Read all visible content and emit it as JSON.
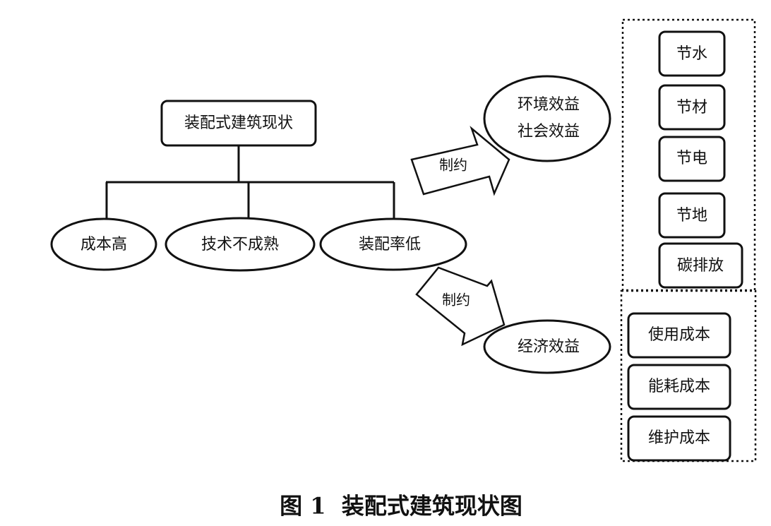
{
  "root": {
    "label": "装配式建筑现状"
  },
  "problems": [
    {
      "label": "成本高"
    },
    {
      "label": "技术不成熟"
    },
    {
      "label": "装配率低"
    }
  ],
  "constraint_label": "制约",
  "benefits": {
    "env": {
      "line1": "环境效益",
      "line2": "社会效益"
    },
    "econ": {
      "label": "经济效益"
    }
  },
  "env_items": [
    "节水",
    "节材",
    "节电",
    "节地",
    "碳排放"
  ],
  "econ_items": [
    "使用成本",
    "能耗成本",
    "维护成本"
  ],
  "caption": "图 1  装配式建筑现状图"
}
